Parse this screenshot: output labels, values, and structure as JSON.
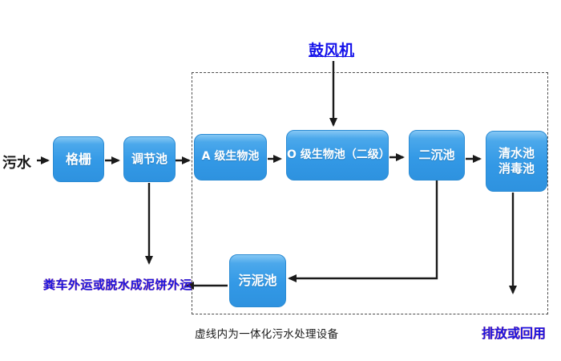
{
  "diagram": {
    "influent_label": "污水",
    "blower_label": "鼓风机",
    "dashed_box_caption": "虚线内为一体化污水处理设备",
    "sludge_disposal_label": "粪车外运或脱水成泥饼外运",
    "discharge_label": "排放或回用",
    "nodes": [
      {
        "id": "grid",
        "label": "格栅"
      },
      {
        "id": "regulating-tank",
        "label": "调节池"
      },
      {
        "id": "a-bio-tank",
        "label": "A 级生物池"
      },
      {
        "id": "o-bio-tank",
        "label": "O 级生物池（二级）"
      },
      {
        "id": "secondary-sedimentation-tank",
        "label": "二沉池"
      },
      {
        "id": "clear-water-tank",
        "line1": "清水池",
        "line2": "消毒池"
      },
      {
        "id": "sludge-tank",
        "label": "污泥池"
      }
    ],
    "edges": [
      {
        "from": "污水",
        "to": "格栅"
      },
      {
        "from": "格栅",
        "to": "调节池"
      },
      {
        "from": "调节池",
        "to": "A 级生物池"
      },
      {
        "from": "A 级生物池",
        "to": "O 级生物池（二级）"
      },
      {
        "from": "O 级生物池（二级）",
        "to": "二沉池"
      },
      {
        "from": "二沉池",
        "to": "清水池消毒池"
      },
      {
        "from": "鼓风机",
        "to": "O 级生物池（二级）"
      },
      {
        "from": "调节池",
        "to": "粪车外运或脱水成泥饼外运"
      },
      {
        "from": "二沉池",
        "to": "污泥池"
      },
      {
        "from": "污泥池",
        "to": "粪车外运或脱水成泥饼外运"
      },
      {
        "from": "清水池消毒池",
        "to": "排放或回用"
      }
    ],
    "colors": {
      "node_fill": "#3399e6",
      "node_fill_highlight": "#85c7f4",
      "node_border": "#2b8bd3",
      "node_text": "#ffffff",
      "annotation_blue": "#1b15e2",
      "text_black": "#1a1a1a",
      "connector_line": "#1a1a1a",
      "dashed_border": "#4d4d4d",
      "background": "#ffffff"
    }
  }
}
